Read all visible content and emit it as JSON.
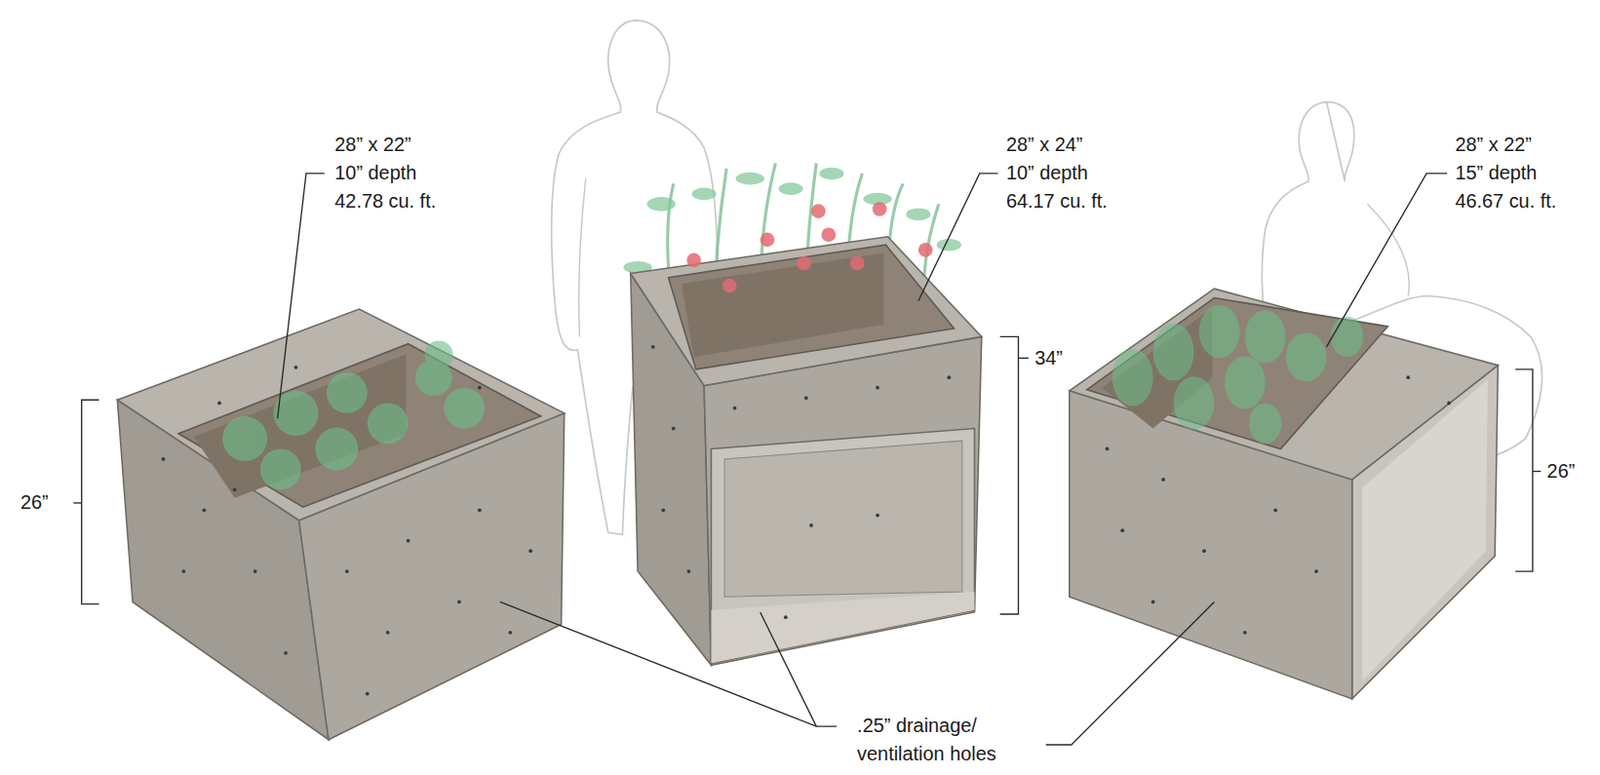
{
  "diagram": {
    "labels": [
      "28” x 22”",
      "10” depth",
      "42.78 cu. ft.",
      "28” x 24”",
      "10” depth",
      "64.17 cu. ft.",
      "28” x 22”",
      "15” depth",
      "46.67 cu. ft.",
      "26”",
      "34”",
      "26”",
      ".25” drainage/",
      "ventilation holes"
    ]
  }
}
